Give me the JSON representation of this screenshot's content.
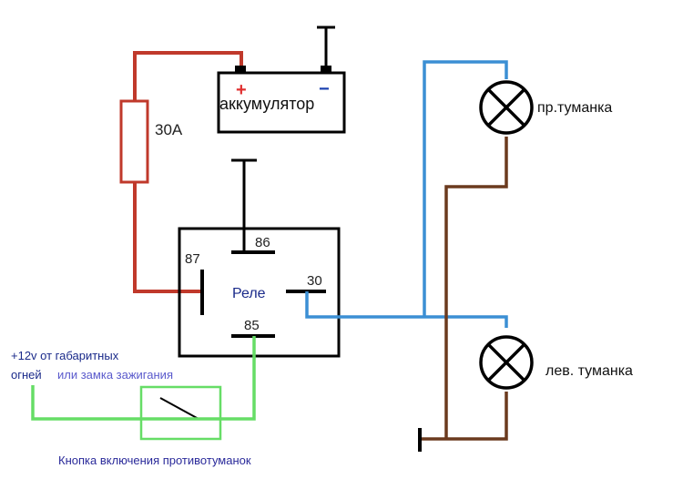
{
  "battery": {
    "label": "аккумулятор",
    "plus": "+",
    "minus": "−"
  },
  "fuse": {
    "label": "30А"
  },
  "relay": {
    "label": "Реле",
    "pins": {
      "p87": "87",
      "p86": "86",
      "p85": "85",
      "p30": "30"
    }
  },
  "lamps": {
    "right": "пр.туманка",
    "left": "лев. туманка"
  },
  "power_source": {
    "line1": "+12v от габаритных",
    "line2a": "огней",
    "line2b": "или замка зажигания"
  },
  "switch": {
    "label": "Кнопка включения противотуманок"
  },
  "colors": {
    "red_wire": "#c0392b",
    "blue_wire": "#3b8fd4",
    "brown_wire": "#6b3a1e",
    "green_wire": "#66dd66",
    "black": "#000000",
    "plus_sign": "#e03030",
    "minus_sign": "#1a3fb0",
    "relay_label": "#1a2a8a",
    "bottom_label": "#2a2a9a"
  }
}
